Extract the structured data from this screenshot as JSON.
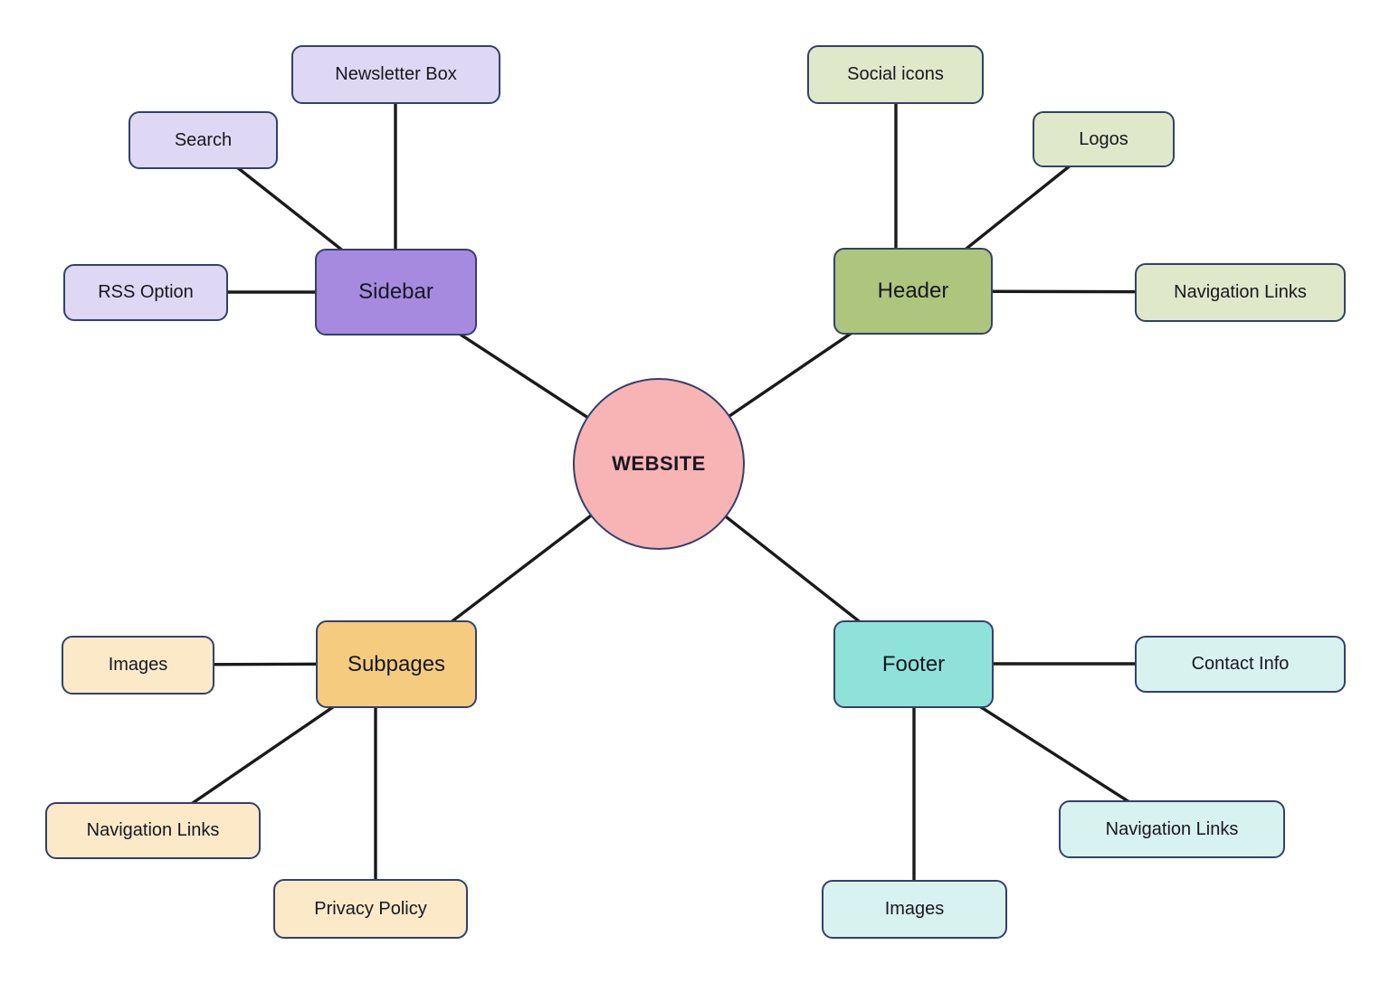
{
  "diagram": {
    "type": "mind-map",
    "center": {
      "label": "WEBSITE",
      "fill": "#F8B3B4"
    },
    "clusters": [
      {
        "id": "sidebar",
        "main": {
          "label": "Sidebar",
          "fill": "#A68AE0"
        },
        "child_fill": "#DED8F4",
        "children": [
          {
            "label": "Newsletter Box"
          },
          {
            "label": "Search"
          },
          {
            "label": "RSS Option"
          }
        ]
      },
      {
        "id": "header",
        "main": {
          "label": "Header",
          "fill": "#ADC57C"
        },
        "child_fill": "#DFE9CA",
        "children": [
          {
            "label": "Social icons"
          },
          {
            "label": "Logos"
          },
          {
            "label": "Navigation Links"
          }
        ]
      },
      {
        "id": "subpages",
        "main": {
          "label": "Subpages",
          "fill": "#F5CB80"
        },
        "child_fill": "#FBE9C8",
        "children": [
          {
            "label": "Images"
          },
          {
            "label": "Navigation Links"
          },
          {
            "label": "Privacy Policy"
          }
        ]
      },
      {
        "id": "footer",
        "main": {
          "label": "Footer",
          "fill": "#8FE2D9"
        },
        "child_fill": "#D8F2F0",
        "children": [
          {
            "label": "Contact Info"
          },
          {
            "label": "Navigation Links"
          },
          {
            "label": "Images"
          }
        ]
      }
    ],
    "colors": {
      "border": "#34406B",
      "line": "#1A1A1A",
      "background": "#FFFFFF",
      "text": "#17171F"
    }
  }
}
